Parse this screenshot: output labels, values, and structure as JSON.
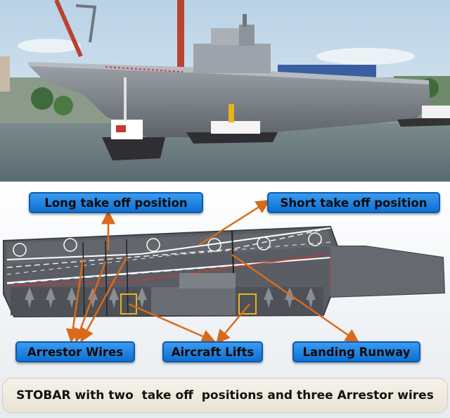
{
  "labels": {
    "long_takeoff": "Long take off position",
    "short_takeoff": "Short take off position",
    "arrestor_wires": "Arrestor Wires",
    "aircraft_lifts": "Aircraft Lifts",
    "landing_runway": "Landing Runway"
  },
  "caption": "STOBAR with two  take off  positions and three Arrestor wires",
  "colors": {
    "label_fill": "#1a7fe0",
    "arrow": "#d96a1a",
    "deck": "#55585e",
    "hull": "#5c6066",
    "sky": "#c9dcea",
    "water": "#66777c"
  }
}
